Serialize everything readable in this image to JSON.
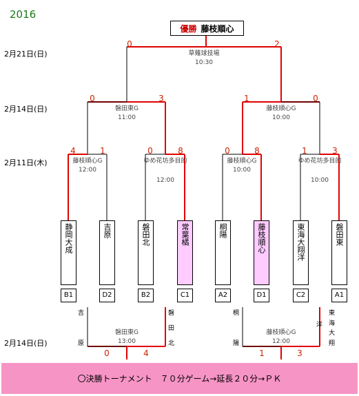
{
  "year": "2016",
  "champion": {
    "label": "優勝",
    "team": "藤枝順心"
  },
  "dates": {
    "final": "2月21日(日)",
    "semi": "2月14日(日)",
    "quarter": "2月11日(木)",
    "third": "2月14日(日)"
  },
  "final": {
    "venue": "草薙球技場",
    "time": "10:30",
    "score_left": "0",
    "score_right": "2"
  },
  "semis": [
    {
      "venue": "磐田東G",
      "time": "11:00",
      "score_left": "0",
      "score_right": "3"
    },
    {
      "venue": "藤枝順心G",
      "time": "10:00",
      "score_left": "1",
      "score_right": "0"
    }
  ],
  "quarters": [
    {
      "venue": "藤枝順心G",
      "time": "12:00",
      "score_left": "4",
      "score_right": "1"
    },
    {
      "venue": "ゆめ花坊多目的",
      "time": "12:00",
      "score_left": "0",
      "score_right": "8"
    },
    {
      "venue": "藤枝順心G",
      "time": "10:00",
      "score_left": "0",
      "score_right": "8"
    },
    {
      "venue": "ゆめ花坊多目的",
      "time": "10:00",
      "score_left": "1",
      "score_right": "3"
    }
  ],
  "teams": [
    {
      "name": "静岡大成",
      "seed": "B1",
      "highlight": false
    },
    {
      "name": "吉原",
      "seed": "D2",
      "highlight": false
    },
    {
      "name": "磐田北",
      "seed": "B2",
      "highlight": false
    },
    {
      "name": "常葉橘",
      "seed": "C1",
      "highlight": true
    },
    {
      "name": "桐陽",
      "seed": "A2",
      "highlight": false
    },
    {
      "name": "藤枝順心",
      "seed": "D1",
      "highlight": true
    },
    {
      "name": "東海大翔洋",
      "seed": "C2",
      "highlight": false
    },
    {
      "name": "磐田東",
      "seed": "A1",
      "highlight": false
    }
  ],
  "third_place": [
    {
      "left_team": "吉原",
      "right_team": "磐田北",
      "venue": "磐田東G",
      "time": "13:00",
      "score_left": "0",
      "score_right": "4"
    },
    {
      "left_team": "桐陽",
      "right_team": "東海大翔",
      "right_extra": "洋",
      "venue": "藤枝順心G",
      "time": "12:00",
      "score_left": "1",
      "score_right": "3"
    }
  ],
  "notice": "〇決勝トーナメント　７０分ゲーム→延長２０分→ＰＫ",
  "colors": {
    "win_line": "#e00000",
    "normal_line": "#000000",
    "highlight": "#ffccff",
    "notice_bg": "#f794c6",
    "year": "#1a7a1a"
  }
}
